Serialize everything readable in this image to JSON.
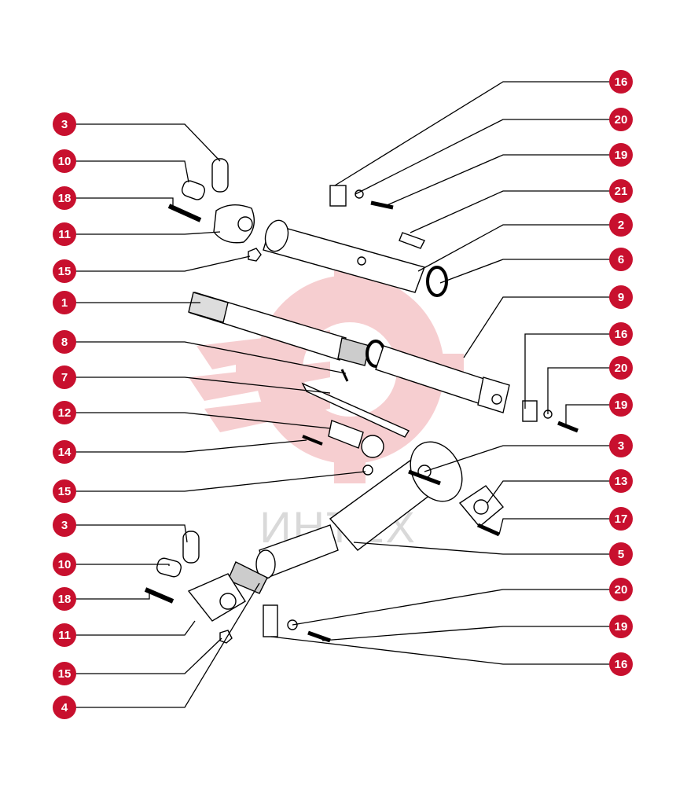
{
  "watermark": {
    "text": "ИНТЕХ",
    "color": "#d9d9d9",
    "gear_color": "#f6c9cc"
  },
  "colors": {
    "badge": "#c8102e",
    "badge_text": "#ffffff",
    "line": "#000000"
  },
  "callouts": {
    "left": [
      "3",
      "10",
      "18",
      "11",
      "15",
      "1",
      "8",
      "7",
      "12",
      "14",
      "15",
      "3",
      "10",
      "18",
      "11",
      "15",
      "4"
    ],
    "right": [
      "16",
      "20",
      "19",
      "21",
      "2",
      "6",
      "9",
      "16",
      "20",
      "19",
      "3",
      "13",
      "17",
      "5",
      "20",
      "19",
      "16"
    ]
  }
}
